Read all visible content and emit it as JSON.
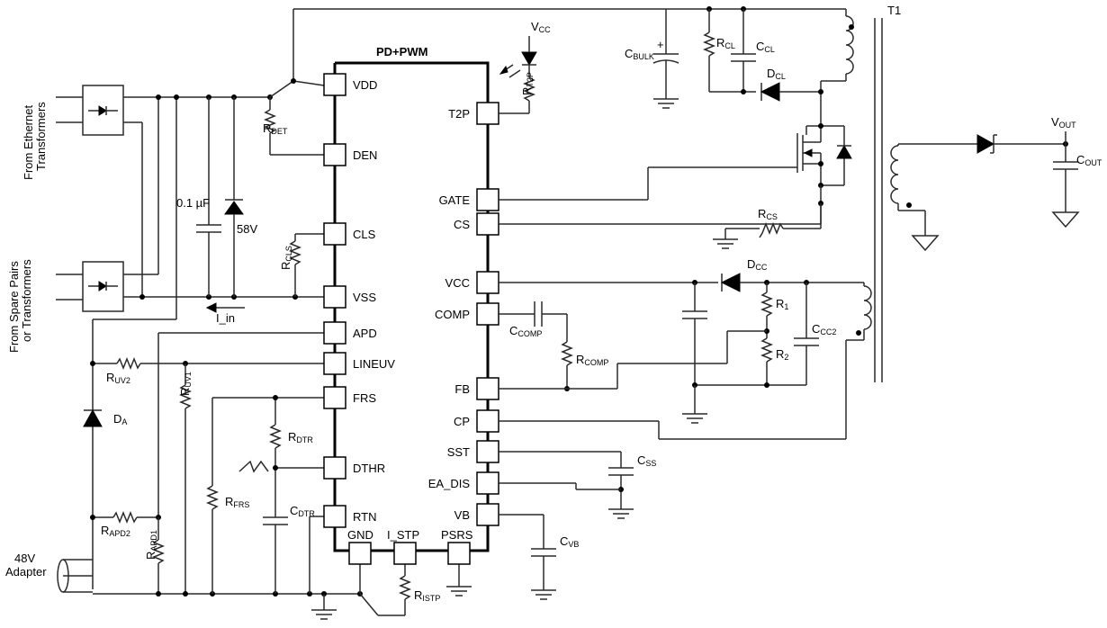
{
  "chip": {
    "title": "PD+PWM",
    "left_pins": [
      "VDD",
      "DEN",
      "CLS",
      "VSS",
      "APD",
      "LINEUV",
      "FRS",
      "DTHR",
      "RTN"
    ],
    "right_pins": [
      "T2P",
      "GATE",
      "CS",
      "VCC",
      "COMP",
      "FB",
      "CP",
      "SST",
      "EA_DIS",
      "VB"
    ],
    "bottom_pins": [
      "GND",
      "I_STP",
      "PSRS"
    ]
  },
  "inputs": {
    "ethernet": [
      "From Ethernet",
      "Transformers"
    ],
    "spare": [
      "From Spare Pairs",
      "or Transformers"
    ],
    "adapter": [
      "48V",
      "Adapter"
    ]
  },
  "labels": {
    "cap_value": "0.1 µF",
    "zener_value": "58V",
    "current_label": "I_in",
    "vcc": "V",
    "vcc_sub": "CC",
    "vout": "V",
    "vout_sub": "OUT",
    "transformer": "T1",
    "plus": "+"
  },
  "components": {
    "rdet": [
      "R",
      "DET"
    ],
    "rcls": [
      "R",
      "CLS"
    ],
    "ruv2": [
      "R",
      "UV2"
    ],
    "ruv1": [
      "R",
      "UV1"
    ],
    "da": [
      "D",
      "A"
    ],
    "rapd2": [
      "R",
      "APD2"
    ],
    "rapd1": [
      "R",
      "APD1"
    ],
    "rfrs": [
      "R",
      "FRS"
    ],
    "rdtr": [
      "R",
      "DTR"
    ],
    "cdtr": [
      "C",
      "DTR"
    ],
    "ristp": [
      "R",
      "ISTP"
    ],
    "rt2p": [
      "R",
      "T2P"
    ],
    "cbulk": [
      "C",
      "BULK"
    ],
    "rcl": [
      "R",
      "CL"
    ],
    "ccl": [
      "C",
      "CL"
    ],
    "dcl": [
      "D",
      "CL"
    ],
    "rcs": [
      "R",
      "CS"
    ],
    "dcc": [
      "D",
      "CC"
    ],
    "r1": [
      "R",
      "1"
    ],
    "r2": [
      "R",
      "2"
    ],
    "ccc2": [
      "C",
      "CC2"
    ],
    "ccomp": [
      "C",
      "COMP"
    ],
    "rcomp": [
      "R",
      "COMP"
    ],
    "css": [
      "C",
      "SS"
    ],
    "cvb": [
      "C",
      "VB"
    ],
    "cout": [
      "C",
      "OUT"
    ]
  }
}
